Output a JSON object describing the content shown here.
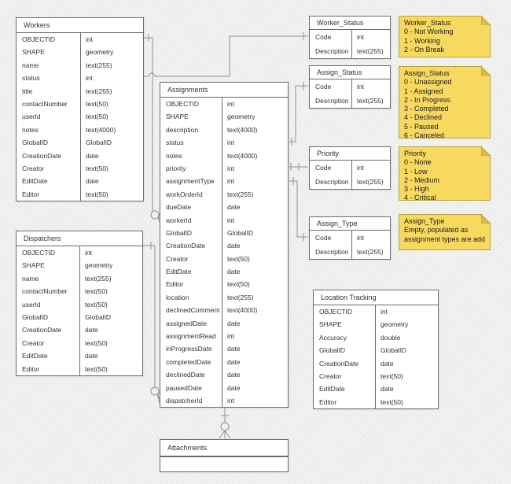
{
  "diagram": {
    "entities": [
      {
        "id": "workers",
        "title": "Workers",
        "fields": [
          [
            "OBJECTID",
            "int"
          ],
          [
            "SHAPE",
            "geometry"
          ],
          [
            "name",
            "text(255)"
          ],
          [
            "status",
            "int"
          ],
          [
            "title",
            "text(255)"
          ],
          [
            "contactNumber",
            "text(50)"
          ],
          [
            "userId",
            "text(50)"
          ],
          [
            "notes",
            "text(4000)"
          ],
          [
            "GlobalID",
            "GlobalID"
          ],
          [
            "CreationDate",
            "date"
          ],
          [
            "Creator",
            "text(50)"
          ],
          [
            "EditDate",
            "date"
          ],
          [
            "Editor",
            "text(50)"
          ]
        ]
      },
      {
        "id": "dispatchers",
        "title": "Dispatchers",
        "fields": [
          [
            "OBJECTID",
            "int"
          ],
          [
            "SHAPE",
            "geometry"
          ],
          [
            "name",
            "text(255)"
          ],
          [
            "contactNumber",
            "text(50)"
          ],
          [
            "userId",
            "text(50)"
          ],
          [
            "GlobalID",
            "GlobalID"
          ],
          [
            "CreationDate",
            "date"
          ],
          [
            "Creator",
            "text(50)"
          ],
          [
            "EditDate",
            "date"
          ],
          [
            "Editor",
            "text(50)"
          ]
        ]
      },
      {
        "id": "assignments",
        "title": "Assignments",
        "fields": [
          [
            "OBJECTID",
            "int"
          ],
          [
            "SHAPE",
            "geometry"
          ],
          [
            "description",
            "text(4000)"
          ],
          [
            "status",
            "int"
          ],
          [
            "notes",
            "text(4000)"
          ],
          [
            "priority",
            "int"
          ],
          [
            "assignmentType",
            "int"
          ],
          [
            "workOrderId",
            "text(255)"
          ],
          [
            "dueDate",
            "date"
          ],
          [
            "workerId",
            "int"
          ],
          [
            "GlobalID",
            "GlobalID"
          ],
          [
            "CreationDate",
            "date"
          ],
          [
            "Creator",
            "text(50)"
          ],
          [
            "EditDate",
            "date"
          ],
          [
            "Editor",
            "text(50)"
          ],
          [
            "location",
            "text(255)"
          ],
          [
            "declinedComment",
            "text(4000)"
          ],
          [
            "assignedDate",
            "date"
          ],
          [
            "assignmentRead",
            "int"
          ],
          [
            "inProgressDate",
            "date"
          ],
          [
            "completedDate",
            "date"
          ],
          [
            "declinedDate",
            "date"
          ],
          [
            "pausedDate",
            "date"
          ],
          [
            "dispatcherId",
            "int"
          ]
        ]
      },
      {
        "id": "worker_status",
        "title": "Worker_Status",
        "fields": [
          [
            "Code",
            "int"
          ],
          [
            "Description",
            "text(255)"
          ]
        ]
      },
      {
        "id": "assign_status",
        "title": "Assign_Status",
        "fields": [
          [
            "Code",
            "int"
          ],
          [
            "Description",
            "text(255)"
          ]
        ]
      },
      {
        "id": "priority",
        "title": "Priority",
        "fields": [
          [
            "Code",
            "int"
          ],
          [
            "Description",
            "text(255)"
          ]
        ]
      },
      {
        "id": "assign_type",
        "title": "Assign_Type",
        "fields": [
          [
            "Code",
            "int"
          ],
          [
            "Description",
            "text(255)"
          ]
        ]
      },
      {
        "id": "location_tracking",
        "title": "Location Tracking",
        "fields": [
          [
            "OBJECTID",
            "int"
          ],
          [
            "SHAPE",
            "geometry"
          ],
          [
            "Accuracy",
            "double"
          ],
          [
            "GlobalID",
            "GlobalID"
          ],
          [
            "CreationDate",
            "date"
          ],
          [
            "Creator",
            "text(50)"
          ],
          [
            "EditDate",
            "date"
          ],
          [
            "Editor",
            "text(50)"
          ]
        ]
      },
      {
        "id": "attachments",
        "title": "Attachments",
        "fields": [],
        "empty_row": true
      }
    ],
    "notes": [
      {
        "id": "worker_status_note",
        "title": "Worker_Status",
        "lines": [
          "0 - Not Working",
          "1 - Working",
          "2 - On Break"
        ]
      },
      {
        "id": "assign_status_note",
        "title": "Assign_Status",
        "lines": [
          "0 - Unassigned",
          "1 - Assigned",
          "2 - In Progress",
          "3 - Completed",
          "4 - Declined",
          "5 - Paused",
          "6 - Canceled"
        ]
      },
      {
        "id": "priority_note",
        "title": "Priority",
        "lines": [
          "0 - None",
          "1 - Low",
          "2 - Medium",
          "3 - High",
          "4 - Critical"
        ]
      },
      {
        "id": "assign_type_note",
        "title": "Assign_Type",
        "lines": [
          "Empty, populated as",
          "assignment types are added"
        ]
      }
    ],
    "colors": {
      "note_fill": "#f7d95f",
      "note_stroke": "#b9a23d",
      "note_fold": "#d9bc4f",
      "table_fill": "#ffffff",
      "table_stroke": "#6b6b6b",
      "connector": "#8f8f8f",
      "canvas": "#f1f1ef",
      "text": "#333333"
    }
  }
}
